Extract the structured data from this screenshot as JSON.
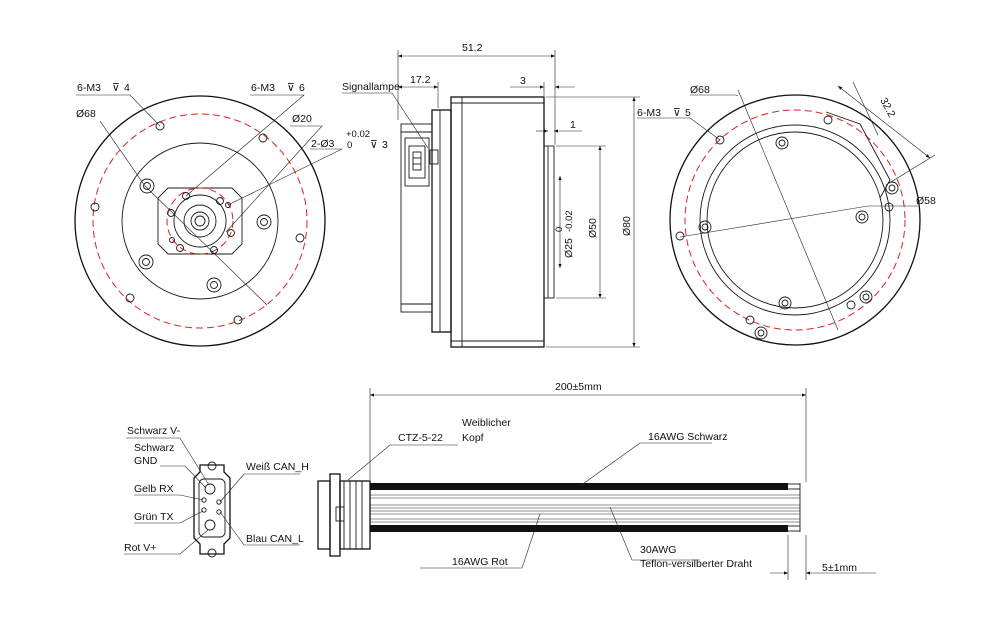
{
  "labels": {
    "front_holes": "6-M3",
    "front_holes_depth": "4",
    "front_d68": "Ø68",
    "center_holes": "6-M3",
    "center_holes_depth": "6",
    "center_d20": "Ø20",
    "pin_holes": "2-Ø3",
    "tol_upper": "+0.02",
    "tol_lower": "0",
    "pin_depth": "3",
    "side_total": "51.2",
    "side_lamp_offset": "17.2",
    "side_lamp": "Signallampe",
    "side_3": "3",
    "side_1": "1",
    "side_d25": "Ø25",
    "side_d25_tol_upper": "0",
    "side_d25_tol_lower": "-0.02",
    "side_d50": "Ø50",
    "side_d80": "Ø80",
    "back_d68": "Ø68",
    "back_holes": "6-M3",
    "back_holes_depth": "5",
    "back_32": "32.2",
    "back_d58": "Ø58"
  },
  "cable": {
    "length": "200±5mm",
    "connector_type": "CTZ-5-22",
    "head_line1": "Weiblicher",
    "head_line2": "Kopf",
    "wire_black": "16AWG  Schwarz",
    "wire_red": "16AWG Rot",
    "wire_thin_line1": "30AWG",
    "wire_thin_line2": "Teflon-versilberter Draht",
    "strip": "5±1mm"
  },
  "pinout": {
    "black_v": "Schwarz  V-",
    "black_gnd_1": "Schwarz",
    "black_gnd_2": "GND",
    "yellow": "Gelb RX",
    "green": "Grün TX",
    "red": "Rot V+",
    "white": "Weiß CAN_H",
    "blue": "Blau CAN_L"
  },
  "colors": {
    "ink": "#111111",
    "hidden_line": "#e02020"
  }
}
